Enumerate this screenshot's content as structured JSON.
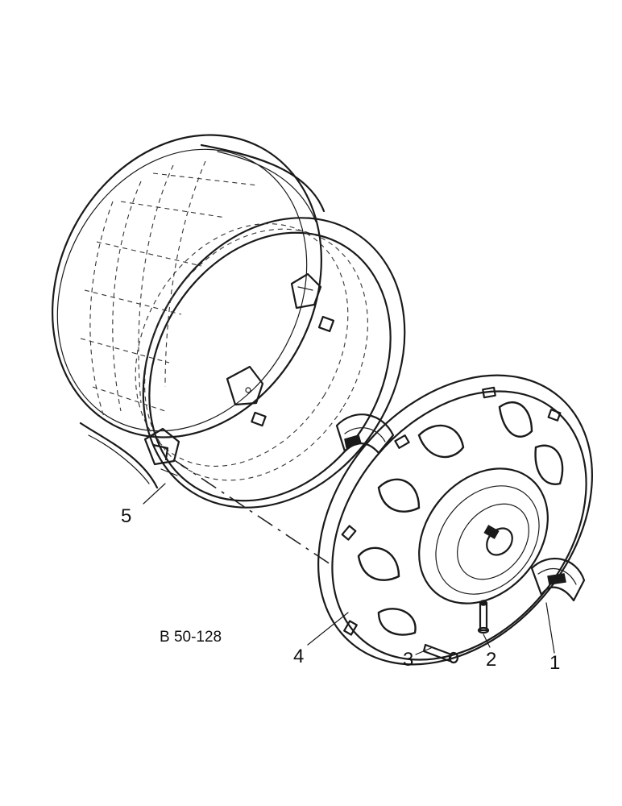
{
  "drawing": {
    "reference": "B 50-128",
    "callouts": [
      "1",
      "2",
      "3",
      "4",
      "5"
    ]
  }
}
